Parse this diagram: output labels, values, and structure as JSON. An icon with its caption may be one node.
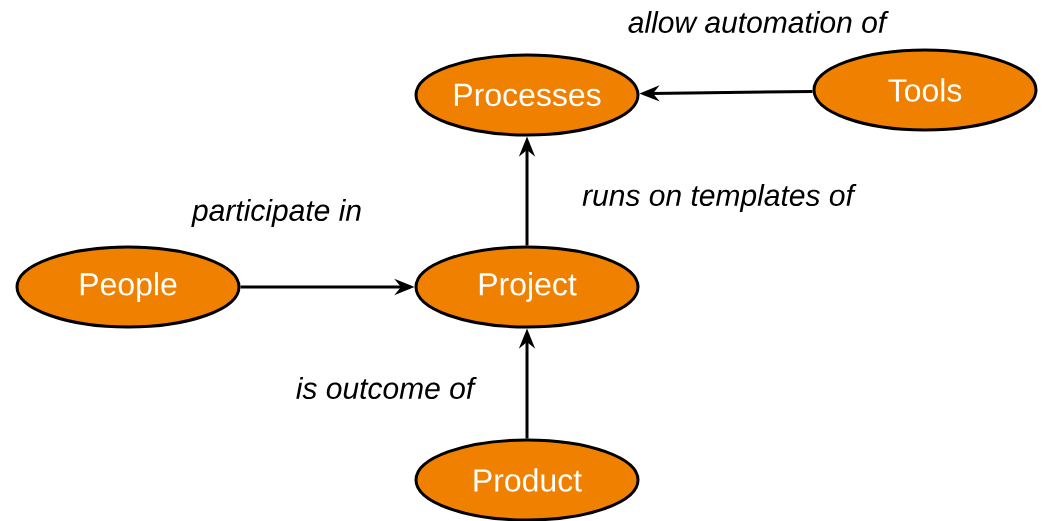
{
  "diagram": {
    "nodes": [
      {
        "text": [
          "Processes"
        ]
      },
      {
        "text": [
          "Tools"
        ]
      },
      {
        "text": [
          "People"
        ]
      },
      {
        "text": [
          "Project"
        ]
      },
      {
        "text": [
          "Product"
        ]
      }
    ],
    "edges": [
      {
        "from": 1,
        "to": 0,
        "arrow": "to",
        "label": "allow automation of"
      },
      {
        "from": 3,
        "to": 0,
        "arrow": "to",
        "label": "runs on templates of"
      },
      {
        "from": 2,
        "to": 3,
        "arrow": "to",
        "label": "participate in"
      },
      {
        "from": 4,
        "to": 3,
        "arrow": "to",
        "label": "is outcome of"
      }
    ]
  }
}
